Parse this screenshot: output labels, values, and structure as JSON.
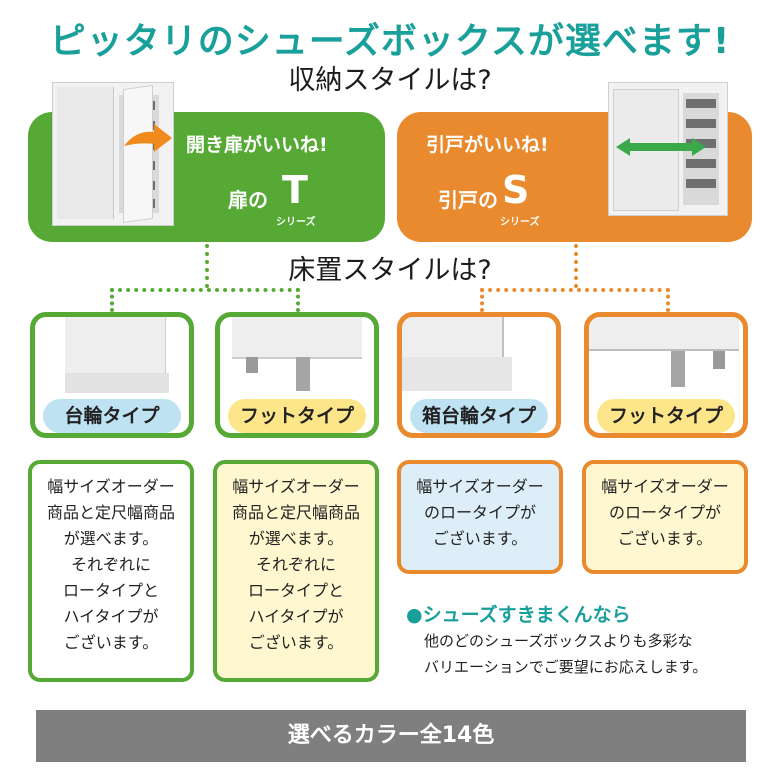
{
  "headline": "ピッタリのシューズボックスが選べます!",
  "question_storage": "収納スタイルは?",
  "question_floor": "床置スタイルは?",
  "series_t": {
    "label": "開き扉がいいね!",
    "prefix": "扉の",
    "letter": "T",
    "suffix": "シリーズ",
    "color": "#56a935"
  },
  "series_s": {
    "label": "引戸がいいね!",
    "prefix": "引戸の",
    "letter": "S",
    "suffix": "シリーズ",
    "color": "#e98a2e"
  },
  "types": [
    {
      "label": "台輪タイプ",
      "pill": "blue"
    },
    {
      "label": "フットタイプ",
      "pill": "yellow"
    },
    {
      "label": "箱台輪タイプ",
      "pill": "blue"
    },
    {
      "label": "フットタイプ",
      "pill": "yellow"
    }
  ],
  "info": [
    [
      "幅サイズオーダー",
      "商品と定尺幅商品",
      "が選べます。",
      "それぞれに",
      "ロータイプと",
      "ハイタイプが",
      "ございます。"
    ],
    [
      "幅サイズオーダー",
      "商品と定尺幅商品",
      "が選べます。",
      "それぞれに",
      "ロータイプと",
      "ハイタイプが",
      "ございます。"
    ],
    [
      "幅サイズオーダー",
      "のロータイプが",
      "ございます。"
    ],
    [
      "幅サイズオーダー",
      "のロータイプが",
      "ございます。"
    ]
  ],
  "note": {
    "title": "●シューズすきまくんなら",
    "line1": "他のどのシューズボックスよりも多彩な",
    "line2": "バリエーションでご要望にお応えします。"
  },
  "colors_bar": "選べるカラー全14色"
}
